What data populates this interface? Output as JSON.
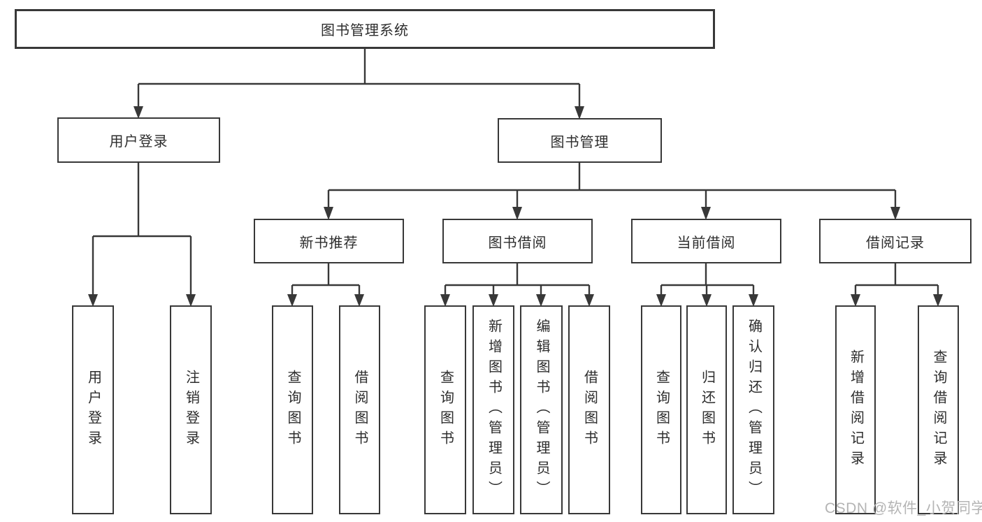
{
  "colors": {
    "line": "#383838",
    "box_border": "#383838",
    "text": "#2d2d2d",
    "watermark": "#b4b4b4",
    "background": "#ffffff"
  },
  "watermark": {
    "text": "CSDN @软件_小贺同学"
  },
  "tree": {
    "label": "图书管理系统",
    "children": [
      {
        "label": "用户登录",
        "children": [
          {
            "label": "用户登录"
          },
          {
            "label": "注销登录"
          }
        ]
      },
      {
        "label": "图书管理",
        "children": [
          {
            "label": "新书推荐",
            "children": [
              {
                "label": "查询图书"
              },
              {
                "label": "借阅图书"
              }
            ]
          },
          {
            "label": "图书借阅",
            "children": [
              {
                "label": "查询图书"
              },
              {
                "label": "新增图书（管理员）"
              },
              {
                "label": "编辑图书（管理员）"
              },
              {
                "label": "借阅图书"
              }
            ]
          },
          {
            "label": "当前借阅",
            "children": [
              {
                "label": "查询图书"
              },
              {
                "label": "归还图书"
              },
              {
                "label": "确认归还（管理员）"
              }
            ]
          },
          {
            "label": "借阅记录",
            "children": [
              {
                "label": "新增借阅记录"
              },
              {
                "label": "查询借阅记录"
              }
            ]
          }
        ]
      }
    ]
  }
}
